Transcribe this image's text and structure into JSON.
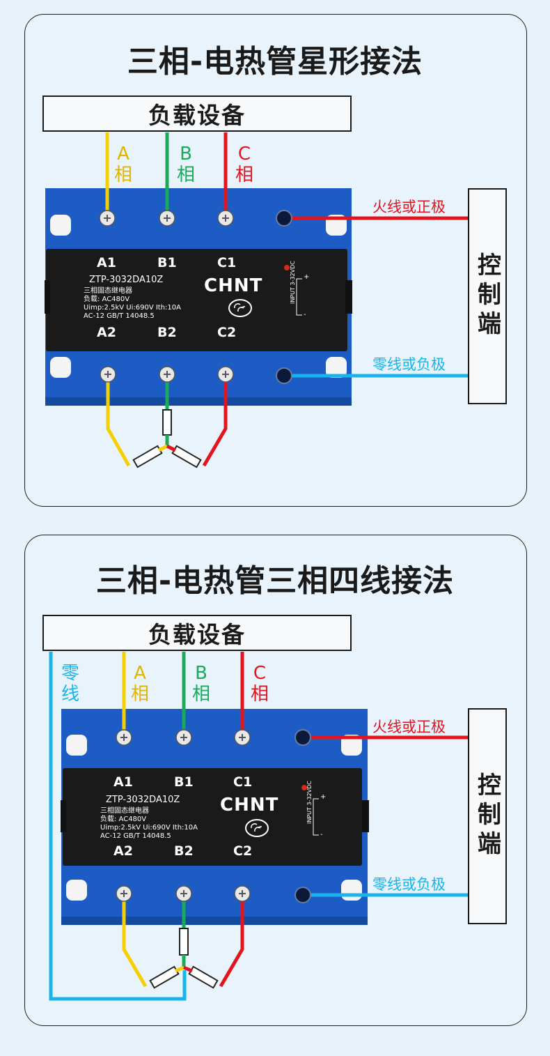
{
  "colors": {
    "background": "#e7f2fb",
    "relay_blue": "#1c5cc4",
    "relay_black": "#1a1a1a",
    "phase_a": "#f5d000",
    "phase_b": "#1aaa5a",
    "phase_c": "#e3141e",
    "live_wire": "#e3141e",
    "neutral_wire": "#19b4ec"
  },
  "star": {
    "title": "三相-电热管星形接法",
    "load_box": "负载设备",
    "phase_a": [
      "A",
      "相"
    ],
    "phase_b": [
      "B",
      "相"
    ],
    "phase_c": [
      "C",
      "相"
    ],
    "live_label": "火线或正极",
    "neutral_label": "零线或负极",
    "control_box": "控制端",
    "relay": {
      "top_terminals": [
        "A1",
        "B1",
        "C1"
      ],
      "bottom_terminals": [
        "A2",
        "B2",
        "C2"
      ],
      "model": "ZTP-3032DA10Z",
      "spec_lines": [
        "三相固态继电器",
        "负载: AC480V",
        "Uimp:2.5kV Ui:690V Ith:10A",
        "AC-12 GB/T 14048.5"
      ],
      "brand": "CHNT",
      "input": "INPUT",
      "input_range": "3-32VDC",
      "plus": "+",
      "minus": "-"
    }
  },
  "four_wire": {
    "title": "三相-电热管三相四线接法",
    "load_box": "负载设备",
    "neutral_phase": [
      "零",
      "线"
    ],
    "phase_a": [
      "A",
      "相"
    ],
    "phase_b": [
      "B",
      "相"
    ],
    "phase_c": [
      "C",
      "相"
    ],
    "live_label": "火线或正极",
    "neutral_label": "零线或负极",
    "control_box": "控制端",
    "relay": {
      "top_terminals": [
        "A1",
        "B1",
        "C1"
      ],
      "bottom_terminals": [
        "A2",
        "B2",
        "C2"
      ],
      "model": "ZTP-3032DA10Z",
      "spec_lines": [
        "三相固态继电器",
        "负载: AC480V",
        "Uimp:2.5kV Ui:690V Ith:10A",
        "AC-12 GB/T 14048.5"
      ],
      "brand": "CHNT",
      "input": "INPUT",
      "input_range": "3-32VDC",
      "plus": "+",
      "minus": "-"
    }
  }
}
